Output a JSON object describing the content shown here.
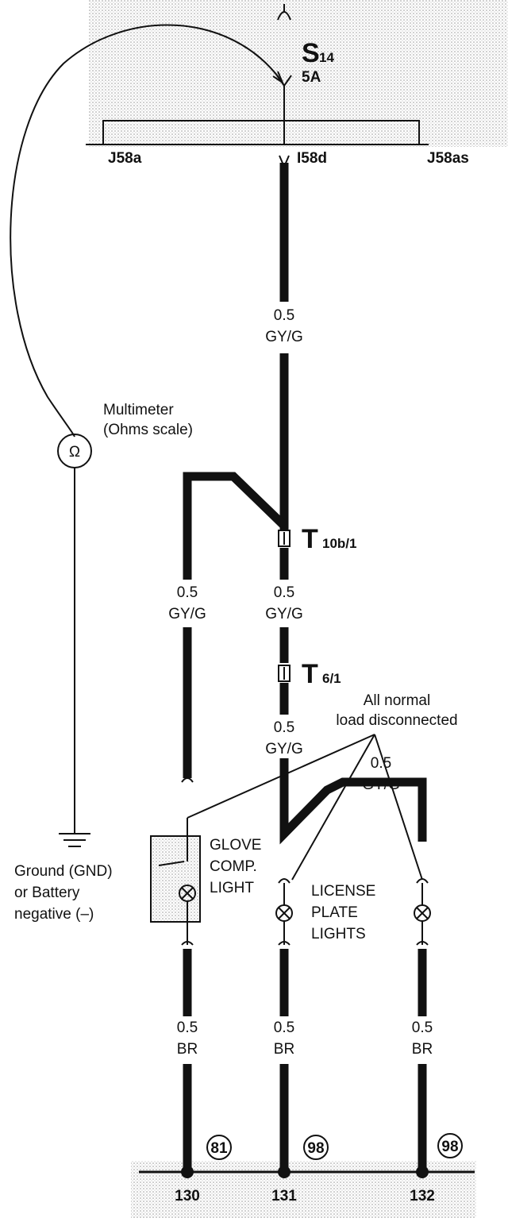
{
  "fuse": {
    "name": "S",
    "number": "14",
    "rating": "5A"
  },
  "fuse_panel": {
    "left": "J58a",
    "center": "I58d",
    "right": "J58as"
  },
  "multimeter": {
    "symbol": "Ω",
    "label_line1": "Multimeter",
    "label_line2": "(Ohms scale)"
  },
  "ground": {
    "line1": "Ground (GND)",
    "line2": "or Battery",
    "line3": "negative (–)"
  },
  "connectors": {
    "t10b": {
      "letter": "T",
      "sub": "10b/1"
    },
    "t6": {
      "letter": "T",
      "sub": "6/1"
    }
  },
  "wire_labels": {
    "main_top": {
      "size": "0.5",
      "color": "GY/G"
    },
    "left_branch": {
      "size": "0.5",
      "color": "GY/G"
    },
    "main_mid": {
      "size": "0.5",
      "color": "GY/G"
    },
    "main_low": {
      "size": "0.5",
      "color": "GY/G"
    },
    "right_branch": {
      "size": "0.5",
      "color": "GY/G"
    },
    "ground_left": {
      "size": "0.5",
      "color": "BR"
    },
    "ground_mid": {
      "size": "0.5",
      "color": "BR"
    },
    "ground_right": {
      "size": "0.5",
      "color": "BR"
    }
  },
  "note": {
    "line1": "All normal",
    "line2": "load disconnected"
  },
  "components": {
    "glove": {
      "line1": "GLOVE",
      "line2": "COMP.",
      "line3": "LIGHT"
    },
    "license": {
      "line1": "LICENSE",
      "line2": "PLATE",
      "line3": "LIGHTS"
    }
  },
  "ground_refs": {
    "left": "81",
    "mid": "98",
    "right": "98"
  },
  "ground_points": {
    "left": "130",
    "mid": "131",
    "right": "132"
  }
}
